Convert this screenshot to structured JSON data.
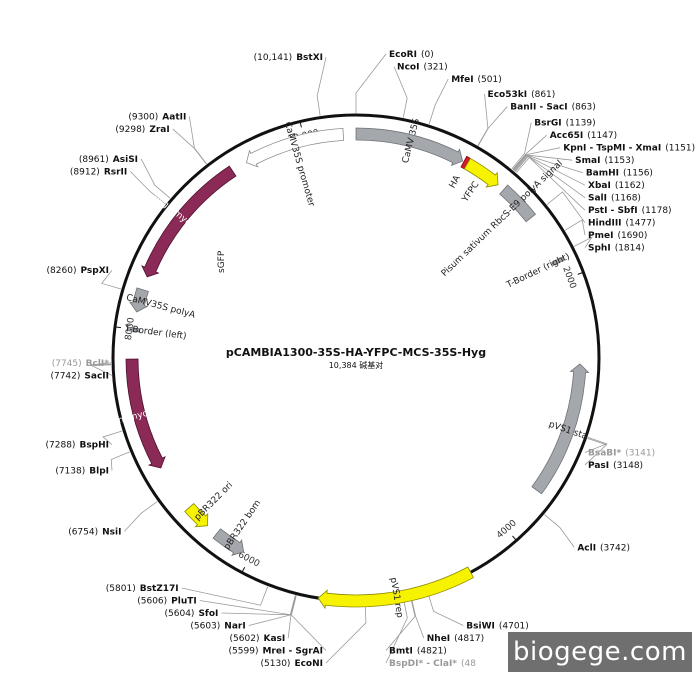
{
  "map": {
    "name": "pCAMBIA1300-35S-HA-YFPC-MCS-35S-Hyg",
    "size_text": "10,384 碱基对",
    "total_bp": 10384,
    "ticks": [
      {
        "bp": 2000,
        "label": "2000"
      },
      {
        "bp": 4000,
        "label": "4000"
      },
      {
        "bp": 6000,
        "label": "6000"
      },
      {
        "bp": 8000,
        "label": "8000"
      },
      {
        "bp": 10000,
        "label": "10,000"
      }
    ]
  },
  "sites": [
    {
      "name": "EcoRI",
      "pos_text": "(0)",
      "bp": 0,
      "side": "right",
      "grey": false
    },
    {
      "name": "NcoI",
      "pos_text": "(321)",
      "bp": 321,
      "side": "right",
      "grey": false
    },
    {
      "name": "MfeI",
      "pos_text": "(501)",
      "bp": 501,
      "side": "right",
      "grey": false
    },
    {
      "name": "Eco53kI",
      "pos_text": "(861)",
      "bp": 861,
      "side": "right",
      "grey": false
    },
    {
      "name": "BanII - SacI",
      "pos_text": "(863)",
      "bp": 863,
      "side": "right",
      "grey": false
    },
    {
      "name": "BsrGI",
      "pos_text": "(1139)",
      "bp": 1139,
      "side": "right",
      "grey": false
    },
    {
      "name": "Acc65I",
      "pos_text": "(1147)",
      "bp": 1147,
      "side": "right",
      "grey": false
    },
    {
      "name": "KpnI - TspMI - XmaI",
      "pos_text": "(1151)",
      "bp": 1151,
      "side": "right",
      "grey": false
    },
    {
      "name": "SmaI",
      "pos_text": "(1153)",
      "bp": 1153,
      "side": "right",
      "grey": false
    },
    {
      "name": "BamHI",
      "pos_text": "(1156)",
      "bp": 1156,
      "side": "right",
      "grey": false
    },
    {
      "name": "XbaI",
      "pos_text": "(1162)",
      "bp": 1162,
      "side": "right",
      "grey": false
    },
    {
      "name": "SalI",
      "pos_text": "(1168)",
      "bp": 1168,
      "side": "right",
      "grey": false
    },
    {
      "name": "PstI - SbfI",
      "pos_text": "(1178)",
      "bp": 1178,
      "side": "right",
      "grey": false
    },
    {
      "name": "HindIII",
      "pos_text": "(1477)",
      "bp": 1477,
      "side": "right",
      "grey": false
    },
    {
      "name": "PmeI",
      "pos_text": "(1690)",
      "bp": 1690,
      "side": "right",
      "grey": false
    },
    {
      "name": "SphI",
      "pos_text": "(1814)",
      "bp": 1814,
      "side": "right",
      "grey": false
    },
    {
      "name": "BsaBI*",
      "pos_text": "(3141)",
      "bp": 3141,
      "side": "right",
      "grey": true
    },
    {
      "name": "PasI",
      "pos_text": "(3148)",
      "bp": 3148,
      "side": "right",
      "grey": false
    },
    {
      "name": "AclI",
      "pos_text": "(3742)",
      "bp": 3742,
      "side": "right",
      "grey": false
    },
    {
      "name": "BsiWI",
      "pos_text": "(4701)",
      "bp": 4701,
      "side": "right",
      "grey": false
    },
    {
      "name": "NheI",
      "pos_text": "(4817)",
      "bp": 4817,
      "side": "right",
      "grey": false
    },
    {
      "name": "BmtI",
      "pos_text": "(4821)",
      "bp": 4821,
      "side": "right",
      "grey": false
    },
    {
      "name": "BspDI* - ClaI*",
      "pos_text": "(48",
      "bp": 4870,
      "side": "right",
      "grey": true
    },
    {
      "name": "EcoNI",
      "pos_text": "(5130)",
      "bp": 5130,
      "side": "left",
      "grey": false
    },
    {
      "name": "MreI - SgrAI",
      "pos_text": "(5599)",
      "bp": 5599,
      "side": "left",
      "grey": false
    },
    {
      "name": "KasI",
      "pos_text": "(5602)",
      "bp": 5602,
      "side": "left",
      "grey": false
    },
    {
      "name": "NarI",
      "pos_text": "(5603)",
      "bp": 5603,
      "side": "left",
      "grey": false
    },
    {
      "name": "SfoI",
      "pos_text": "(5604)",
      "bp": 5604,
      "side": "left",
      "grey": false
    },
    {
      "name": "PluTI",
      "pos_text": "(5606)",
      "bp": 5606,
      "side": "left",
      "grey": false
    },
    {
      "name": "BstZ17I",
      "pos_text": "(5801)",
      "bp": 5801,
      "side": "left",
      "grey": false
    },
    {
      "name": "NsiI",
      "pos_text": "(6754)",
      "bp": 6754,
      "side": "left",
      "grey": false
    },
    {
      "name": "BlpI",
      "pos_text": "(7138)",
      "bp": 7138,
      "side": "left",
      "grey": false
    },
    {
      "name": "BspHI",
      "pos_text": "(7288)",
      "bp": 7288,
      "side": "left",
      "grey": false
    },
    {
      "name": "SacII",
      "pos_text": "(7742)",
      "bp": 7742,
      "side": "left",
      "grey": false
    },
    {
      "name": "BclI*",
      "pos_text": "(7745)",
      "bp": 7745,
      "side": "left",
      "grey": true
    },
    {
      "name": "PspXI",
      "pos_text": "(8260)",
      "bp": 8260,
      "side": "left",
      "grey": false
    },
    {
      "name": "RsrII",
      "pos_text": "(8912)",
      "bp": 8912,
      "side": "left",
      "grey": false
    },
    {
      "name": "AsiSI",
      "pos_text": "(8961)",
      "bp": 8961,
      "side": "left",
      "grey": false
    },
    {
      "name": "ZraI",
      "pos_text": "(9298)",
      "bp": 9298,
      "side": "left",
      "grey": false
    },
    {
      "name": "AatII",
      "pos_text": "(9300)",
      "bp": 9300,
      "side": "left",
      "grey": false
    },
    {
      "name": "BstXI",
      "pos_text": "(10,141)",
      "bp": 10141,
      "side": "left",
      "grey": false
    }
  ],
  "features": [
    {
      "name": "CaMV 35S",
      "start": 0,
      "end": 820,
      "ring": 0,
      "color": "#a4a7ab",
      "stroke": "#6f7377",
      "dir": 1
    },
    {
      "name": "HA",
      "start": 830,
      "end": 860,
      "ring": 0,
      "color": "#d01c2c",
      "stroke": "#8a0010",
      "dir": 0
    },
    {
      "name": "YFPC",
      "start": 860,
      "end": 1135,
      "ring": 0,
      "color": "#f6f200",
      "stroke": "#8e8a00",
      "dir": 1
    },
    {
      "name": "Pisum sativum RbcS-E9 polyA signal",
      "start": 1190,
      "end": 1480,
      "ring": 0,
      "color": "#a4a7ab",
      "stroke": "#6f7377",
      "dir": 0
    },
    {
      "name": "T-Border (right)",
      "start": 1845,
      "end": 1870,
      "ring": 0,
      "color": "#a4a7ab",
      "stroke": "#6f7377",
      "dir": 0
    },
    {
      "name": "pVS1 sta",
      "start": 2640,
      "end": 3640,
      "ring": 0,
      "color": "#a4a7ab",
      "stroke": "#6f7377",
      "dir": -1
    },
    {
      "name": "pVS1 rep",
      "start": 4380,
      "end": 5450,
      "ring": 1,
      "color": "#f6f200",
      "stroke": "#8e8a00",
      "dir": 1
    },
    {
      "name": "pBR322 bom",
      "start": 6060,
      "end": 6300,
      "ring": 0,
      "color": "#a4a7ab",
      "stroke": "#6f7377",
      "dir": -1
    },
    {
      "name": "pBR322 ori",
      "start": 6390,
      "end": 6580,
      "ring": 0,
      "color": "#f6f200",
      "stroke": "#8e8a00",
      "dir": -1
    },
    {
      "name": "kanamycin (R)",
      "start": 6940,
      "end": 7780,
      "ring": 0,
      "color": "#8b2a56",
      "stroke": "#4e1030",
      "dir": -1
    },
    {
      "name": "T-Border (left)",
      "start": 7985,
      "end": 8010,
      "ring": 0,
      "color": "#a4a7ab",
      "stroke": "#6f7377",
      "dir": 0
    },
    {
      "name": "CaMV35S polyA",
      "start": 8130,
      "end": 8300,
      "ring": 0,
      "color": "#a4a7ab",
      "stroke": "#6f7377",
      "dir": -1
    },
    {
      "name": "hygromycin (R)",
      "start": 8400,
      "end": 9420,
      "ring": 0,
      "color": "#8b2a56",
      "stroke": "#4e1030",
      "dir": -1
    },
    {
      "name": "CaMV35S promoter",
      "start": 9540,
      "end": 10290,
      "ring": 0,
      "color": "#ffffff",
      "stroke": "#8a8d90",
      "dir": -1
    }
  ],
  "inner_text": "sGFP",
  "watermark": "biogege.com"
}
